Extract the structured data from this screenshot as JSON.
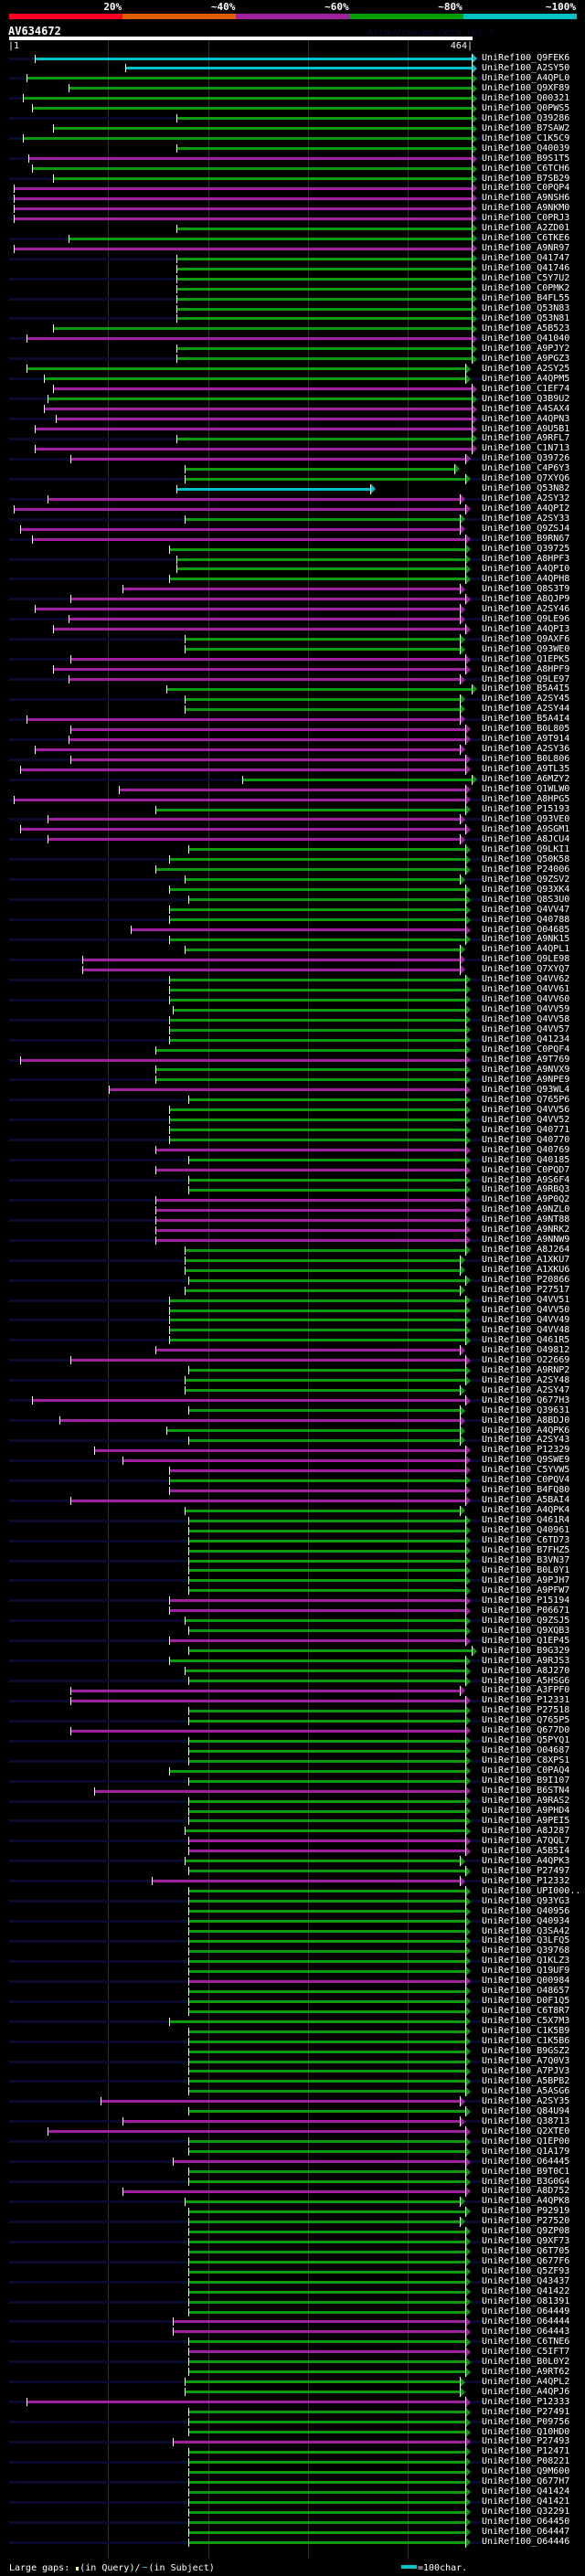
{
  "identity_legend": [
    {
      "label": "20%",
      "color": "#ff0022"
    },
    {
      "label": "~40%",
      "color": "#e06000"
    },
    {
      "label": "~60%",
      "color": "#a020a0"
    },
    {
      "label": "~80%",
      "color": "#009c00"
    },
    {
      "label": "~100%",
      "color": "#00c0c8"
    }
  ],
  "query": {
    "title": "AV634672",
    "start_label": "|1",
    "end_label": "464|",
    "length": 464
  },
  "app_name": "AlignView.pm Beta rel.7",
  "colors": {
    "c": "#00c0c8",
    "g": "#0a9a0a",
    "m": "#a020a0"
  },
  "hits": [
    [
      "UniRef100_Q9FEK6",
      27,
      464,
      "c"
    ],
    [
      "UniRef100_A2SY50",
      117,
      464,
      "c"
    ],
    [
      "UniRef100_A4QPL0",
      18,
      464,
      "g"
    ],
    [
      "UniRef100_Q9XF89",
      60,
      464,
      "g"
    ],
    [
      "UniRef100_Q00321",
      15,
      464,
      "g"
    ],
    [
      "UniRef100_Q0PWS5",
      24,
      464,
      "g"
    ],
    [
      "UniRef100_Q39286",
      168,
      464,
      "g"
    ],
    [
      "UniRef100_B7SAW2",
      45,
      464,
      "g"
    ],
    [
      "UniRef100_C1K5C9",
      15,
      464,
      "g"
    ],
    [
      "UniRef100_Q40039",
      168,
      464,
      "g"
    ],
    [
      "UniRef100_B9S1T5",
      20,
      464,
      "m"
    ],
    [
      "UniRef100_C6TCH6",
      24,
      464,
      "g"
    ],
    [
      "UniRef100_B7SB29",
      45,
      464,
      "g"
    ],
    [
      "UniRef100_C0PQP4",
      6,
      464,
      "m"
    ],
    [
      "UniRef100_A9NSH6",
      6,
      464,
      "m"
    ],
    [
      "UniRef100_A9NKM0",
      6,
      464,
      "m"
    ],
    [
      "UniRef100_C0PRJ3",
      6,
      464,
      "m"
    ],
    [
      "UniRef100_A2ZD01",
      168,
      464,
      "g"
    ],
    [
      "UniRef100_C6TKE6",
      60,
      464,
      "g"
    ],
    [
      "UniRef100_A9NR97",
      6,
      464,
      "m"
    ],
    [
      "UniRef100_Q41747",
      168,
      464,
      "g"
    ],
    [
      "UniRef100_Q41746",
      168,
      464,
      "g"
    ],
    [
      "UniRef100_C5Y7U2",
      168,
      464,
      "g"
    ],
    [
      "UniRef100_C0PMK2",
      168,
      464,
      "g"
    ],
    [
      "UniRef100_B4FL55",
      168,
      464,
      "g"
    ],
    [
      "UniRef100_Q53N83",
      168,
      464,
      "g"
    ],
    [
      "UniRef100_Q53N81",
      168,
      464,
      "g"
    ],
    [
      "UniRef100_A5B523",
      45,
      464,
      "g"
    ],
    [
      "UniRef100_Q41040",
      18,
      464,
      "m"
    ],
    [
      "UniRef100_A9PJY2",
      168,
      464,
      "g"
    ],
    [
      "UniRef100_A9PGZ3",
      168,
      464,
      "g"
    ],
    [
      "UniRef100_A2SY25",
      18,
      457,
      "g"
    ],
    [
      "UniRef100_A4QPM5",
      36,
      457,
      "g"
    ],
    [
      "UniRef100_C1EF74",
      45,
      464,
      "m"
    ],
    [
      "UniRef100_Q3B9U2",
      39,
      464,
      "g"
    ],
    [
      "UniRef100_A4SAX4",
      36,
      464,
      "m"
    ],
    [
      "UniRef100_A4QPN3",
      48,
      464,
      "m"
    ],
    [
      "UniRef100_A9U5B1",
      27,
      464,
      "m"
    ],
    [
      "UniRef100_A9RFL7",
      168,
      464,
      "g"
    ],
    [
      "UniRef100_C1N713",
      27,
      464,
      "m"
    ],
    [
      "UniRef100_Q39726",
      62,
      457,
      "m"
    ],
    [
      "UniRef100_C4P6Y3",
      177,
      446,
      "g"
    ],
    [
      "UniRef100_Q7XYQ6",
      177,
      457,
      "g"
    ],
    [
      "UniRef100_Q53N82",
      168,
      362,
      "c"
    ],
    [
      "UniRef100_A2SY32",
      39,
      452,
      "m"
    ],
    [
      "UniRef100_A4QPI2",
      6,
      457,
      "m"
    ],
    [
      "UniRef100_A2SY33",
      177,
      452,
      "g"
    ],
    [
      "UniRef100_Q9ZSJ4",
      12,
      452,
      "m"
    ],
    [
      "UniRef100_B9RN67",
      24,
      457,
      "m"
    ],
    [
      "UniRef100_Q39725",
      161,
      457,
      "g"
    ],
    [
      "UniRef100_A8HPF3",
      168,
      457,
      "g"
    ],
    [
      "UniRef100_A4QPI0",
      168,
      457,
      "g"
    ],
    [
      "UniRef100_A4QPH8",
      161,
      457,
      "g"
    ],
    [
      "UniRef100_Q8S3T9",
      114,
      452,
      "m"
    ],
    [
      "UniRef100_A8QJP9",
      62,
      457,
      "m"
    ],
    [
      "UniRef100_A2SY46",
      27,
      452,
      "m"
    ],
    [
      "UniRef100_Q9LE96",
      60,
      452,
      "m"
    ],
    [
      "UniRef100_A4QPI3",
      45,
      457,
      "m"
    ],
    [
      "UniRef100_Q9AXF6",
      177,
      452,
      "g"
    ],
    [
      "UniRef100_Q93WE0",
      177,
      452,
      "g"
    ],
    [
      "UniRef100_Q1EPK5",
      62,
      457,
      "m"
    ],
    [
      "UniRef100_A8HPF9",
      45,
      457,
      "m"
    ],
    [
      "UniRef100_Q9LE97",
      60,
      452,
      "m"
    ],
    [
      "UniRef100_B5A4I5",
      158,
      464,
      "g"
    ],
    [
      "UniRef100_A2SY45",
      177,
      452,
      "g"
    ],
    [
      "UniRef100_A2SY44",
      177,
      452,
      "g"
    ],
    [
      "UniRef100_B5A4I4",
      18,
      452,
      "m"
    ],
    [
      "UniRef100_B0L805",
      62,
      457,
      "m"
    ],
    [
      "UniRef100_A9T914",
      60,
      457,
      "m"
    ],
    [
      "UniRef100_A2SY36",
      27,
      452,
      "m"
    ],
    [
      "UniRef100_B0L806",
      62,
      457,
      "m"
    ],
    [
      "UniRef100_A9TL35",
      12,
      457,
      "m"
    ],
    [
      "UniRef100_A6MZY2",
      234,
      464,
      "g"
    ],
    [
      "UniRef100_Q1WLW0",
      111,
      457,
      "m"
    ],
    [
      "UniRef100_A8HPG5",
      6,
      457,
      "m"
    ],
    [
      "UniRef100_P15193",
      147,
      457,
      "g"
    ],
    [
      "UniRef100_Q93VE0",
      39,
      452,
      "m"
    ],
    [
      "UniRef100_A9SGM1",
      12,
      457,
      "m"
    ],
    [
      "UniRef100_A8JCU4",
      39,
      452,
      "m"
    ],
    [
      "UniRef100_Q9LKI1",
      180,
      457,
      "g"
    ],
    [
      "UniRef100_Q50K58",
      161,
      457,
      "g"
    ],
    [
      "UniRef100_P24006",
      147,
      457,
      "g"
    ],
    [
      "UniRef100_Q9ZSV2",
      177,
      452,
      "g"
    ],
    [
      "UniRef100_Q93XK4",
      161,
      457,
      "g"
    ],
    [
      "UniRef100_Q8S3U0",
      180,
      457,
      "g"
    ],
    [
      "UniRef100_Q4VV47",
      161,
      457,
      "g"
    ],
    [
      "UniRef100_Q40788",
      161,
      457,
      "g"
    ],
    [
      "UniRef100_O04685",
      123,
      457,
      "m"
    ],
    [
      "UniRef100_A9NK15",
      161,
      457,
      "g"
    ],
    [
      "UniRef100_A4QPL1",
      177,
      452,
      "g"
    ],
    [
      "UniRef100_Q9LE98",
      74,
      452,
      "m"
    ],
    [
      "UniRef100_Q7XYQ7",
      74,
      452,
      "m"
    ],
    [
      "UniRef100_Q4VV62",
      161,
      457,
      "g"
    ],
    [
      "UniRef100_Q4VV61",
      161,
      457,
      "g"
    ],
    [
      "UniRef100_Q4VV60",
      161,
      457,
      "g"
    ],
    [
      "UniRef100_Q4VV59",
      165,
      457,
      "g"
    ],
    [
      "UniRef100_Q4VV58",
      161,
      457,
      "g"
    ],
    [
      "UniRef100_Q4VV57",
      161,
      457,
      "g"
    ],
    [
      "UniRef100_Q41234",
      161,
      457,
      "g"
    ],
    [
      "UniRef100_C0PQF4",
      147,
      457,
      "g"
    ],
    [
      "UniRef100_A9T769",
      12,
      457,
      "m"
    ],
    [
      "UniRef100_A9NVX9",
      147,
      457,
      "g"
    ],
    [
      "UniRef100_A9NPE9",
      147,
      457,
      "g"
    ],
    [
      "UniRef100_Q93WL4",
      101,
      457,
      "m"
    ],
    [
      "UniRef100_Q765P6",
      180,
      457,
      "g"
    ],
    [
      "UniRef100_Q4VV56",
      161,
      457,
      "g"
    ],
    [
      "UniRef100_Q4VV52",
      161,
      457,
      "g"
    ],
    [
      "UniRef100_Q40771",
      161,
      457,
      "g"
    ],
    [
      "UniRef100_Q40770",
      161,
      457,
      "g"
    ],
    [
      "UniRef100_Q40769",
      147,
      457,
      "m"
    ],
    [
      "UniRef100_Q40185",
      180,
      457,
      "g"
    ],
    [
      "UniRef100_C0PQD7",
      147,
      457,
      "m"
    ],
    [
      "UniRef100_A9S6F4",
      180,
      457,
      "g"
    ],
    [
      "UniRef100_A9RBQ3",
      180,
      457,
      "g"
    ],
    [
      "UniRef100_A9P0Q2",
      147,
      457,
      "m"
    ],
    [
      "UniRef100_A9NZL0",
      147,
      457,
      "m"
    ],
    [
      "UniRef100_A9NT88",
      147,
      457,
      "m"
    ],
    [
      "UniRef100_A9NRK2",
      147,
      457,
      "m"
    ],
    [
      "UniRef100_A9NNW9",
      147,
      457,
      "m"
    ],
    [
      "UniRef100_A8J264",
      177,
      457,
      "g"
    ],
    [
      "UniRef100_A1XKU7",
      177,
      452,
      "g"
    ],
    [
      "UniRef100_A1XKU6",
      177,
      452,
      "g"
    ],
    [
      "UniRef100_P20866",
      180,
      457,
      "g"
    ],
    [
      "UniRef100_P27517",
      177,
      452,
      "g"
    ],
    [
      "UniRef100_Q4VV51",
      161,
      457,
      "g"
    ],
    [
      "UniRef100_Q4VV50",
      161,
      457,
      "g"
    ],
    [
      "UniRef100_Q4VV49",
      161,
      457,
      "g"
    ],
    [
      "UniRef100_Q4VV48",
      161,
      457,
      "g"
    ],
    [
      "UniRef100_Q461R5",
      161,
      457,
      "g"
    ],
    [
      "UniRef100_O49812",
      147,
      452,
      "m"
    ],
    [
      "UniRef100_O22669",
      62,
      457,
      "m"
    ],
    [
      "UniRef100_A9RNP2",
      180,
      457,
      "g"
    ],
    [
      "UniRef100_A2SY48",
      177,
      457,
      "g"
    ],
    [
      "UniRef100_A2SY47",
      177,
      452,
      "g"
    ],
    [
      "UniRef100_Q677H3",
      24,
      457,
      "m"
    ],
    [
      "UniRef100_Q39631",
      180,
      452,
      "g"
    ],
    [
      "UniRef100_A8BDJ0",
      51,
      452,
      "m"
    ],
    [
      "UniRef100_A4QPK6",
      158,
      452,
      "g"
    ],
    [
      "UniRef100_A2SY43",
      180,
      452,
      "g"
    ],
    [
      "UniRef100_P12329",
      86,
      457,
      "m"
    ],
    [
      "UniRef100_Q9SWE9",
      114,
      457,
      "m"
    ],
    [
      "UniRef100_C5YVW5",
      161,
      457,
      "m"
    ],
    [
      "UniRef100_C0PQV4",
      161,
      457,
      "g"
    ],
    [
      "UniRef100_B4FQ80",
      161,
      457,
      "m"
    ],
    [
      "UniRef100_A5BAI4",
      62,
      457,
      "m"
    ],
    [
      "UniRef100_A4QPK4",
      177,
      452,
      "g"
    ],
    [
      "UniRef100_Q461R4",
      180,
      457,
      "g"
    ],
    [
      "UniRef100_Q40961",
      180,
      457,
      "g"
    ],
    [
      "UniRef100_C6TD73",
      180,
      457,
      "g"
    ],
    [
      "UniRef100_B7FHZ5",
      180,
      457,
      "g"
    ],
    [
      "UniRef100_B3VN37",
      180,
      457,
      "g"
    ],
    [
      "UniRef100_B0L0Y1",
      180,
      457,
      "g"
    ],
    [
      "UniRef100_A9PJH7",
      180,
      457,
      "g"
    ],
    [
      "UniRef100_A9PFW7",
      180,
      457,
      "g"
    ],
    [
      "UniRef100_P15194",
      161,
      457,
      "m"
    ],
    [
      "UniRef100_P06671",
      161,
      457,
      "m"
    ],
    [
      "UniRef100_Q9ZSJ5",
      177,
      457,
      "g"
    ],
    [
      "UniRef100_Q9XQB3",
      180,
      457,
      "g"
    ],
    [
      "UniRef100_Q1EP45",
      161,
      457,
      "m"
    ],
    [
      "UniRef100_B9G329",
      180,
      464,
      "g"
    ],
    [
      "UniRef100_A9RJS3",
      161,
      457,
      "g"
    ],
    [
      "UniRef100_A8J270",
      177,
      457,
      "g"
    ],
    [
      "UniRef100_A5HSG6",
      180,
      457,
      "g"
    ],
    [
      "UniRef100_A3FPF0",
      62,
      452,
      "m"
    ],
    [
      "UniRef100_P12331",
      62,
      457,
      "m"
    ],
    [
      "UniRef100_P27518",
      180,
      457,
      "g"
    ],
    [
      "UniRef100_Q765P5",
      180,
      457,
      "g"
    ],
    [
      "UniRef100_Q677D0",
      62,
      457,
      "m"
    ],
    [
      "UniRef100_Q5PYQ1",
      180,
      457,
      "g"
    ],
    [
      "UniRef100_O04687",
      180,
      457,
      "g"
    ],
    [
      "UniRef100_C8XPS1",
      180,
      457,
      "g"
    ],
    [
      "UniRef100_C0PAQ4",
      161,
      457,
      "g"
    ],
    [
      "UniRef100_B9I107",
      180,
      457,
      "g"
    ],
    [
      "UniRef100_B6STN4",
      86,
      457,
      "m"
    ],
    [
      "UniRef100_A9RAS2",
      180,
      457,
      "g"
    ],
    [
      "UniRef100_A9PHD4",
      180,
      457,
      "g"
    ],
    [
      "UniRef100_A9PEI5",
      180,
      457,
      "g"
    ],
    [
      "UniRef100_A8J287",
      177,
      457,
      "g"
    ],
    [
      "UniRef100_A7QQL7",
      180,
      457,
      "m"
    ],
    [
      "UniRef100_A5B5I4",
      180,
      457,
      "m"
    ],
    [
      "UniRef100_A4QPK3",
      177,
      452,
      "g"
    ],
    [
      "UniRef100_P27497",
      180,
      457,
      "g"
    ],
    [
      "UniRef100_P12332",
      144,
      452,
      "m"
    ],
    [
      "UniRef100_UPI000..",
      180,
      457,
      "g"
    ],
    [
      "UniRef100_Q93YG3",
      180,
      457,
      "g"
    ],
    [
      "UniRef100_Q40956",
      180,
      457,
      "g"
    ],
    [
      "UniRef100_Q40934",
      180,
      457,
      "g"
    ],
    [
      "UniRef100_Q3SA42",
      180,
      457,
      "g"
    ],
    [
      "UniRef100_Q3LFQ5",
      180,
      457,
      "g"
    ],
    [
      "UniRef100_Q39768",
      180,
      457,
      "g"
    ],
    [
      "UniRef100_Q1KLZ3",
      180,
      457,
      "g"
    ],
    [
      "UniRef100_Q19UF9",
      180,
      457,
      "g"
    ],
    [
      "UniRef100_Q00984",
      180,
      457,
      "m"
    ],
    [
      "UniRef100_O48657",
      180,
      457,
      "g"
    ],
    [
      "UniRef100_D0F1Q5",
      180,
      457,
      "g"
    ],
    [
      "UniRef100_C6T8R7",
      180,
      457,
      "g"
    ],
    [
      "UniRef100_C5X7M3",
      161,
      457,
      "g"
    ],
    [
      "UniRef100_C1K5B9",
      180,
      457,
      "g"
    ],
    [
      "UniRef100_C1K5B6",
      180,
      457,
      "g"
    ],
    [
      "UniRef100_B9GSZ2",
      180,
      457,
      "g"
    ],
    [
      "UniRef100_A7Q0V3",
      180,
      457,
      "g"
    ],
    [
      "UniRef100_A7PJV3",
      180,
      457,
      "g"
    ],
    [
      "UniRef100_A5BPB2",
      180,
      457,
      "g"
    ],
    [
      "UniRef100_A5ASG6",
      180,
      457,
      "g"
    ],
    [
      "UniRef100_A2SY35",
      92,
      452,
      "m"
    ],
    [
      "UniRef100_Q84U94",
      180,
      457,
      "g"
    ],
    [
      "UniRef100_Q38713",
      114,
      452,
      "m"
    ],
    [
      "UniRef100_Q2XTE0",
      39,
      457,
      "m"
    ],
    [
      "UniRef100_Q1EP00",
      180,
      457,
      "g"
    ],
    [
      "UniRef100_Q1A179",
      180,
      457,
      "g"
    ],
    [
      "UniRef100_O64445",
      165,
      457,
      "m"
    ],
    [
      "UniRef100_B9T0C1",
      180,
      457,
      "g"
    ],
    [
      "UniRef100_B3G0G4",
      180,
      457,
      "g"
    ],
    [
      "UniRef100_A8D752",
      114,
      457,
      "m"
    ],
    [
      "UniRef100_A4QPK8",
      177,
      452,
      "g"
    ],
    [
      "UniRef100_P92919",
      180,
      457,
      "g"
    ],
    [
      "UniRef100_P27520",
      180,
      452,
      "g"
    ],
    [
      "UniRef100_Q9ZP08",
      180,
      457,
      "g"
    ],
    [
      "UniRef100_Q9XF73",
      180,
      457,
      "g"
    ],
    [
      "UniRef100_Q6T705",
      180,
      457,
      "g"
    ],
    [
      "UniRef100_Q677F6",
      180,
      457,
      "g"
    ],
    [
      "UniRef100_Q5ZF93",
      180,
      457,
      "g"
    ],
    [
      "UniRef100_Q43437",
      180,
      457,
      "g"
    ],
    [
      "UniRef100_Q41422",
      180,
      457,
      "g"
    ],
    [
      "UniRef100_O81391",
      180,
      457,
      "g"
    ],
    [
      "UniRef100_O64449",
      180,
      457,
      "g"
    ],
    [
      "UniRef100_O64444",
      165,
      457,
      "m"
    ],
    [
      "UniRef100_O64443",
      165,
      457,
      "m"
    ],
    [
      "UniRef100_C6TNE6",
      180,
      457,
      "g"
    ],
    [
      "UniRef100_C5IFT7",
      180,
      457,
      "m"
    ],
    [
      "UniRef100_B0L0Y2",
      180,
      457,
      "g"
    ],
    [
      "UniRef100_A9RT62",
      180,
      457,
      "g"
    ],
    [
      "UniRef100_A4QPL2",
      177,
      452,
      "g"
    ],
    [
      "UniRef100_A4QPJ6",
      177,
      452,
      "g"
    ],
    [
      "UniRef100_P12333",
      18,
      457,
      "m"
    ],
    [
      "UniRef100_P27491",
      180,
      457,
      "g"
    ],
    [
      "UniRef100_P09756",
      180,
      457,
      "g"
    ],
    [
      "UniRef100_Q10HD0",
      180,
      457,
      "g"
    ],
    [
      "UniRef100_P27493",
      165,
      457,
      "m"
    ],
    [
      "UniRef100_P12471",
      180,
      457,
      "g"
    ],
    [
      "UniRef100_P08221",
      180,
      457,
      "g"
    ],
    [
      "UniRef100_Q9M600",
      180,
      457,
      "g"
    ],
    [
      "UniRef100_Q677H7",
      180,
      457,
      "g"
    ],
    [
      "UniRef100_Q41424",
      180,
      457,
      "g"
    ],
    [
      "UniRef100_Q41421",
      180,
      457,
      "g"
    ],
    [
      "UniRef100_Q32291",
      180,
      457,
      "g"
    ],
    [
      "UniRef100_O64450",
      180,
      457,
      "g"
    ],
    [
      "UniRef100_O64447",
      180,
      457,
      "g"
    ],
    [
      "UniRef100_O64446",
      180,
      457,
      "g"
    ]
  ],
  "footer": {
    "large_gaps_label": "Large gaps:",
    "in_query": "(in Query)/",
    "in_subject": "(in Subject)",
    "scale_label": "=100char."
  }
}
